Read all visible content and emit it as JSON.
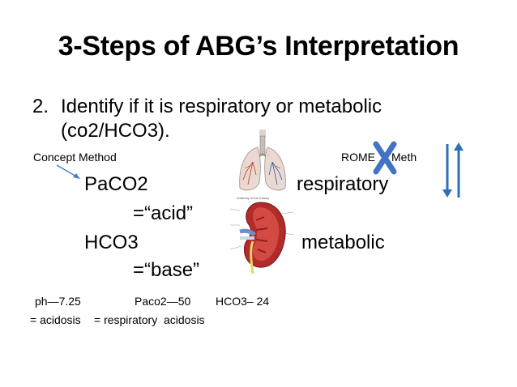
{
  "slide": {
    "title": "3-Steps of ABG’s Interpretation",
    "point_number": "2.",
    "point_line1": "Identify if it is respiratory or metabolic",
    "point_line2": "(co2/HCO3).",
    "concept_method": "Concept Method",
    "rome": "ROME",
    "meth": "Meth",
    "paco2": "PaCO2",
    "acid": "=“acid”",
    "hco3": "HCO3",
    "base": "=“base”",
    "respiratory": "respiratory",
    "metabolic": "metabolic",
    "example": {
      "ph": "ph—7.25",
      "paco2": "Paco2—50",
      "hco3": "HCO3– 24",
      "acidosis": "= acidosis",
      "resp_acidosis": "= respiratory  acidosis"
    },
    "images": {
      "lungs": "lungs-illustration",
      "kidney": "kidney-illustration"
    },
    "colors": {
      "cross_mark": "#4472c4",
      "arrows": "#2f6fb5"
    }
  }
}
